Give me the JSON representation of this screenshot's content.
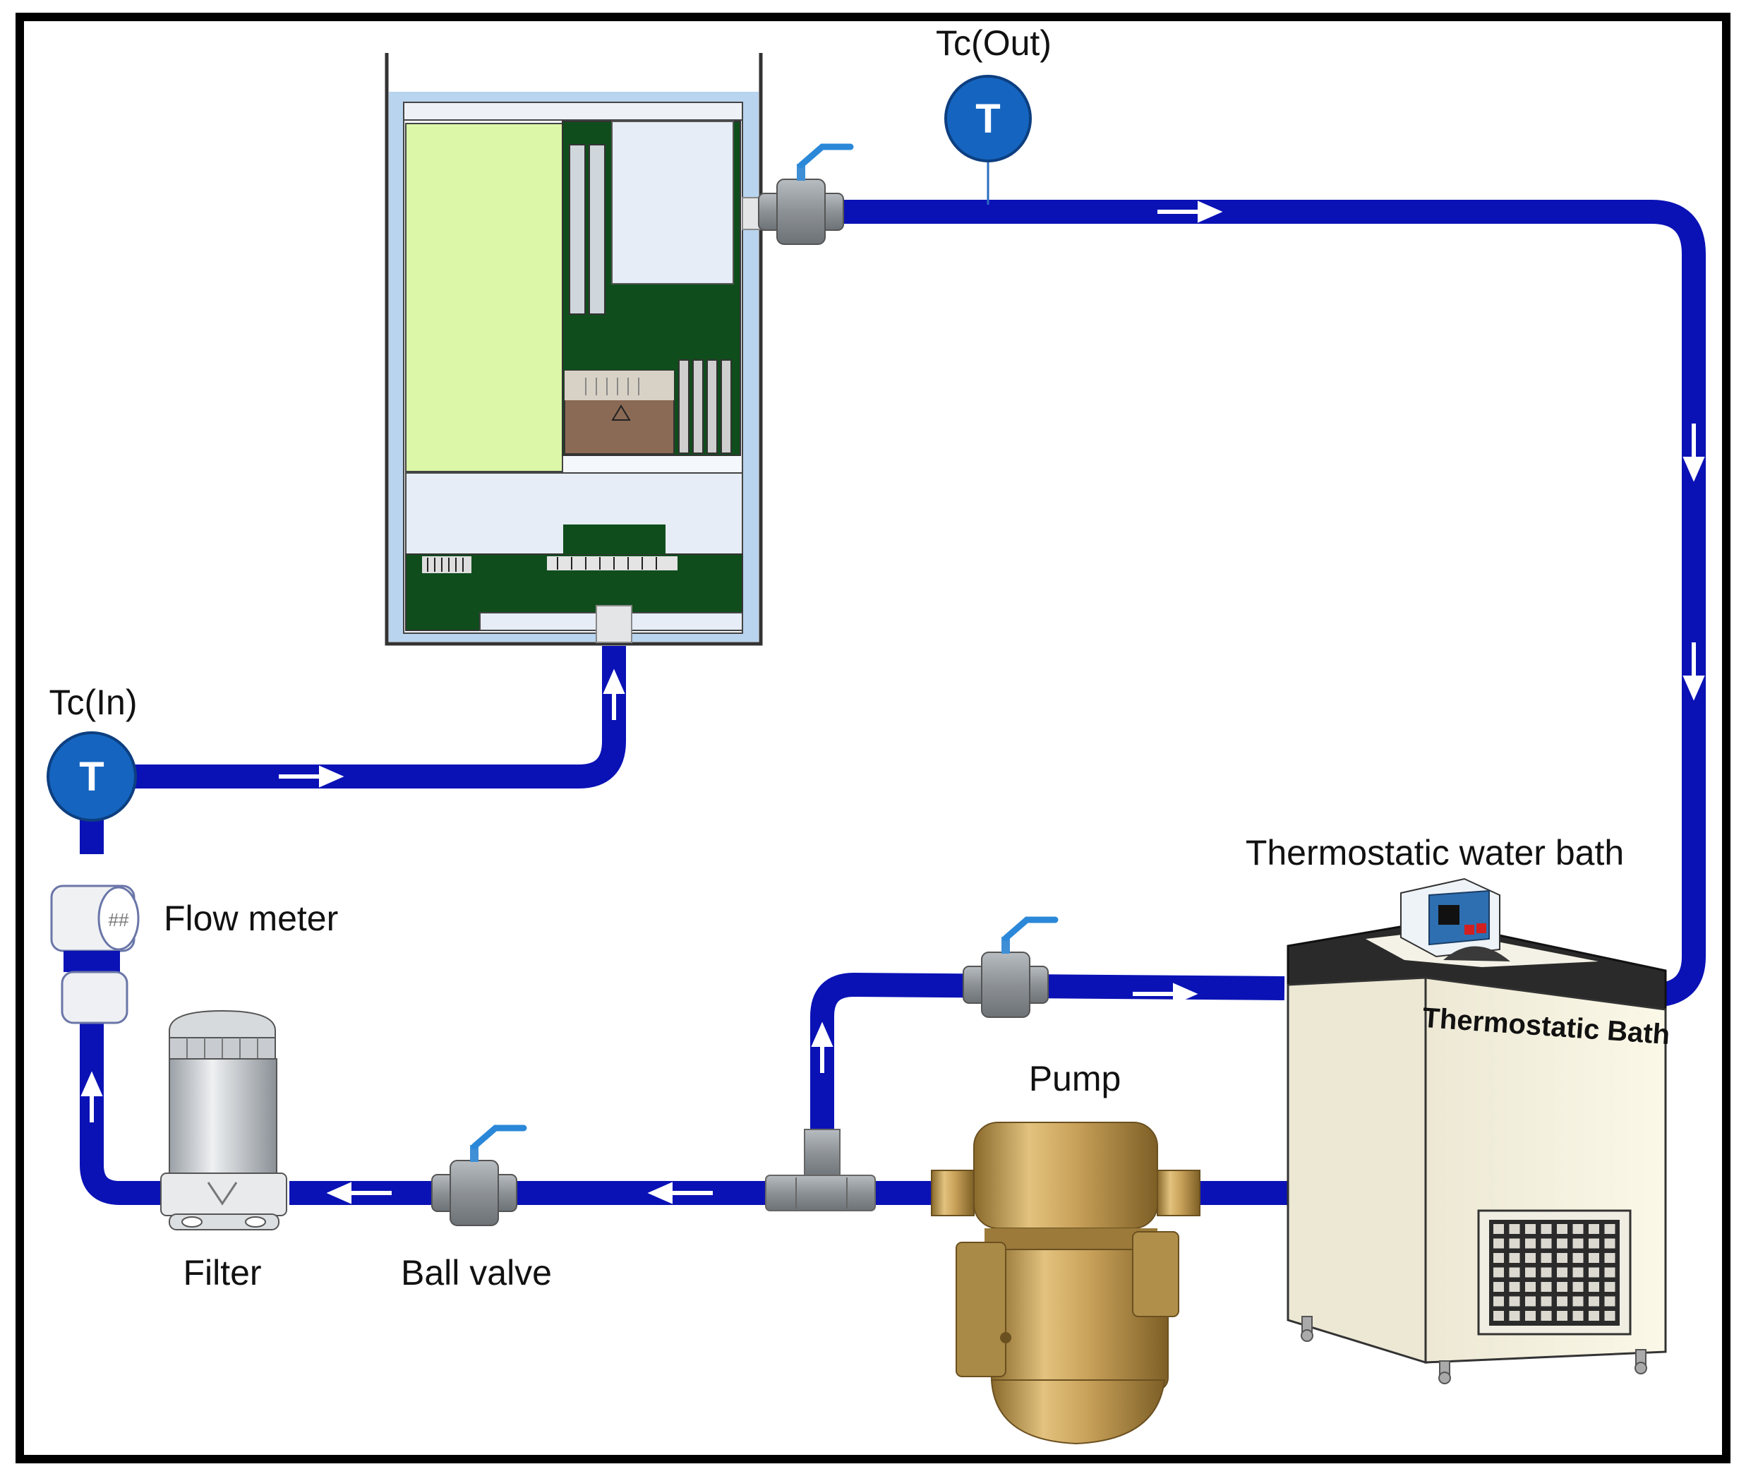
{
  "labels": {
    "tc_out": "Tc(Out)",
    "tc_in": "Tc(In)",
    "flow_meter": "Flow meter",
    "filter": "Filter",
    "ball_valve": "Ball valve",
    "pump": "Pump",
    "water_bath": "Thermostatic water bath",
    "bath_front": "Thermostatic Bath",
    "sensor_symbol": "T"
  },
  "colors": {
    "pipe": "#0a12b5",
    "arrow": "#ffffff",
    "sensor": "#1565c0",
    "valve_handle": "#2b88d8",
    "valve_body": "#8c9196",
    "enclosure_water": "#b8d4ee",
    "heat_module": "#dcf7a8",
    "circuit_board": "#0f4d1c",
    "pump_brass": "#c9a25a",
    "bath_body": "#fbf8e8",
    "frame": "#000000"
  },
  "flow_direction": "clockwise: water bath → pump → tee → filter → flow meter → Tc(In) → enclosure → Tc(Out) → water bath"
}
